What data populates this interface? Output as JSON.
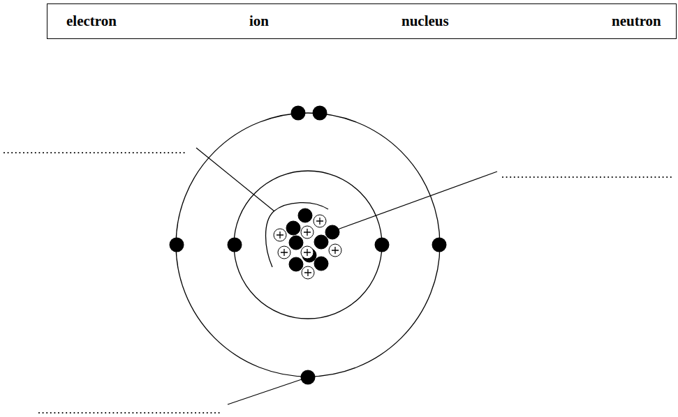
{
  "diagram": {
    "nodes": [
      {
        "text": [
          "electron",
          "ion",
          "nucleus",
          "neutron"
        ]
      }
    ]
  }
}
